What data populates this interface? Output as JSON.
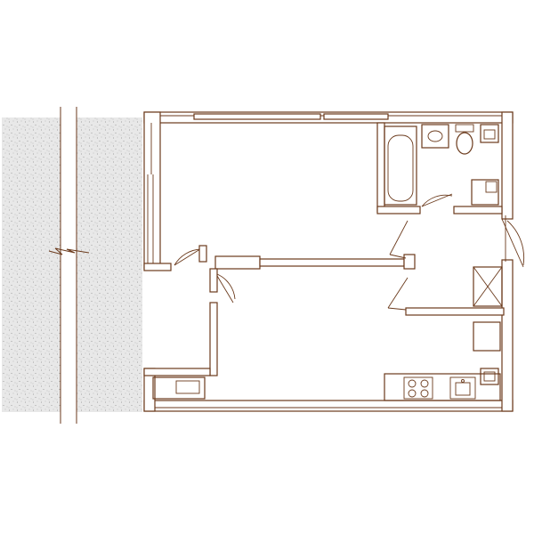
{
  "plan": {
    "colors": {
      "line": "#6b3a1c",
      "ground_fill": "#e8e8e8",
      "ground_speckle": "#8a8a8a",
      "background": "#ffffff"
    },
    "rooms": [
      "living-room",
      "bedroom",
      "bathroom",
      "hallway",
      "kitchen",
      "balcony"
    ],
    "fixtures": [
      "bathtub",
      "washbasin",
      "toilet",
      "washing-machine",
      "stove",
      "sink",
      "radiator"
    ],
    "labels": []
  }
}
